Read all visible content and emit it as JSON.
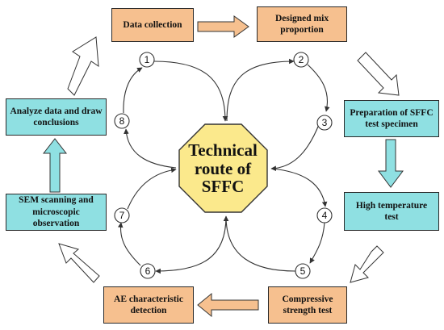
{
  "title": "Technical route of SFFC",
  "colors": {
    "step_orange": "#f6c08f",
    "step_cyan": "#8fe0e2",
    "center_yellow": "#fbe98c",
    "big_arrow_fill": "#ffffff",
    "line": "#333333"
  },
  "steps": [
    {
      "label": "Data collection"
    },
    {
      "label": "Designed mix proportion"
    },
    {
      "label": "Preparation of SFFC test specimen"
    },
    {
      "label": "High temperature test"
    },
    {
      "label": "Compressive strength test"
    },
    {
      "label": "AE characteristic detection"
    },
    {
      "label": "SEM scanning and microscopic observation"
    },
    {
      "label": "Analyze data and draw conclusions"
    }
  ],
  "nodes": [
    "1",
    "2",
    "3",
    "4",
    "5",
    "6",
    "7",
    "8"
  ]
}
